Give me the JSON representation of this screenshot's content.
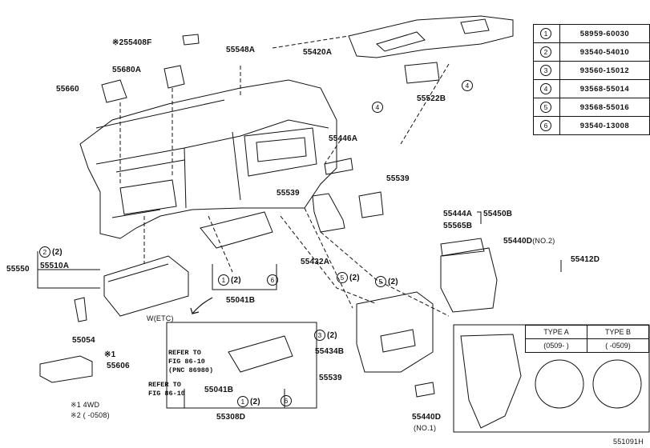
{
  "parts": {
    "p55408f": "55408F",
    "p55408f_note": "※2",
    "p55548a": "55548A",
    "p55680a": "55680A",
    "p55660": "55660",
    "p55420a": "55420A",
    "p55522b": "55522B",
    "p55446a": "55446A",
    "p55539_a": "55539",
    "p55539_b": "55539",
    "p55539_c": "55539",
    "p55444a": "55444A",
    "p55450b": "55450B",
    "p55565b": "55565B",
    "p55440d_2": "55440D",
    "p55440d_2_note": "(NO.2)",
    "p55412d": "55412D",
    "p55432a": "55432A",
    "p55550": "55550",
    "p55510a": "55510A",
    "p55041b_a": "55041B",
    "p55041b_b": "55041B",
    "p55054": "55054",
    "p55606": "55606",
    "p55606_note": "※1",
    "p55434b": "55434B",
    "p55308d": "55308D",
    "p55440d_1": "55440D",
    "p55440d_1_note": "(NO.1)"
  },
  "callouts": {
    "c2_55510": "(2)",
    "c1_55041": "(2)",
    "c5_55432": "(2)",
    "c5_55412": "(2)",
    "c3_55434": "(2)",
    "c1_55308": "(2)"
  },
  "notes": {
    "w_etc": "W(ETC)",
    "refer1_l1": "REFER TO",
    "refer1_l2": "FIG 86-10",
    "refer1_l3": "(PNC 86980)",
    "refer2_l1": "REFER TO",
    "refer2_l2": "FIG 86-10",
    "footnote1": "※1 4WD",
    "footnote2": "※2 (      -0508)",
    "diagram_id": "551091H"
  },
  "legend": [
    {
      "key": "1",
      "value": "58959-60030"
    },
    {
      "key": "2",
      "value": "93540-54010"
    },
    {
      "key": "3",
      "value": "93560-15012"
    },
    {
      "key": "4",
      "value": "93568-55014"
    },
    {
      "key": "5",
      "value": "93568-55016"
    },
    {
      "key": "6",
      "value": "93540-13008"
    }
  ],
  "types": {
    "type_a": "TYPE A",
    "type_b": "TYPE B",
    "type_a_range": "(0509-     )",
    "type_b_range": "(      -0509)"
  }
}
